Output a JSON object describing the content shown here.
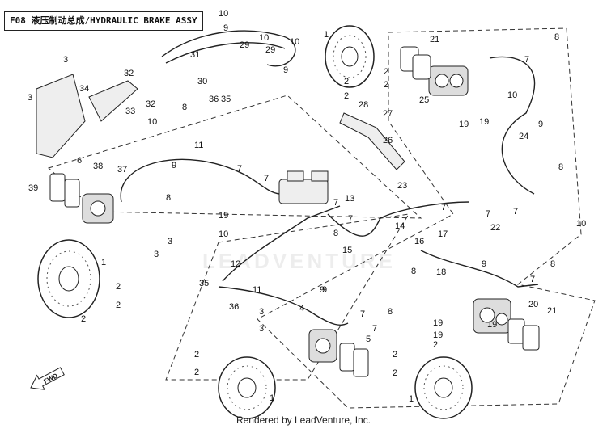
{
  "title": "F08 液压制动总成/HYDRAULIC BRAKE ASSY",
  "footer": "Rendered by LeadVenture, Inc.",
  "watermark": "LEADVENTURE",
  "fwd_label": "FWD",
  "callouts": [
    "1",
    "1",
    "1",
    "1",
    "2",
    "2",
    "2",
    "2",
    "2",
    "2",
    "2",
    "2",
    "2",
    "2",
    "2",
    "2",
    "3",
    "3",
    "3",
    "3",
    "3",
    "3",
    "4",
    "5",
    "6",
    "7",
    "7",
    "7",
    "7",
    "7",
    "7",
    "7",
    "7",
    "7",
    "7",
    "7",
    "8",
    "8",
    "8",
    "8",
    "8",
    "8",
    "8",
    "8",
    "9",
    "9",
    "9",
    "9",
    "9",
    "9",
    "9",
    "10",
    "10",
    "10",
    "10",
    "10",
    "10",
    "10",
    "11",
    "11",
    "12",
    "13",
    "14",
    "15",
    "16",
    "17",
    "18",
    "19",
    "19",
    "19",
    "19",
    "19",
    "19",
    "20",
    "21",
    "21",
    "22",
    "23",
    "24",
    "25",
    "26",
    "27",
    "28",
    "29",
    "29",
    "30",
    "31",
    "32",
    "32",
    "33",
    "34",
    "35",
    "35",
    "36",
    "36",
    "37",
    "38",
    "39"
  ]
}
